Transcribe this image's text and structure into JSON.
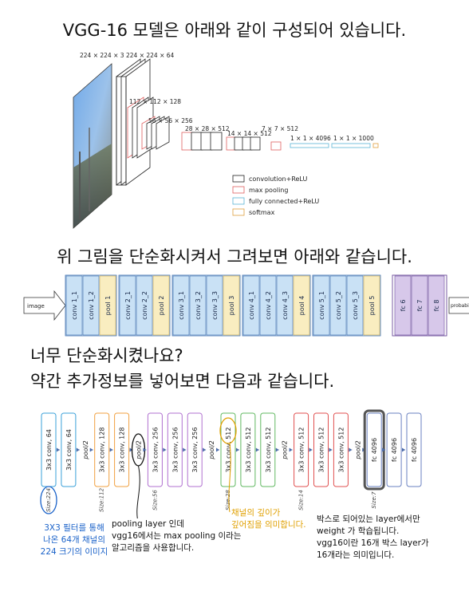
{
  "headings": {
    "h1": "VGG-16 모델은 아래와 같이 구성되어 있습니다.",
    "h2": "위 그림을 단순화시켜서 그려보면 아래와 같습니다.",
    "h3": "너무 단순화시켰나요?",
    "h4": "약간 추가정보를 넣어보면 다음과 같습니다."
  },
  "fig1": {
    "dims": [
      "224 × 224 × 3",
      "224 × 224 × 64",
      "112 × 112 × 128",
      "56 × 56 × 256",
      "28 × 28 × 512",
      "14 × 14 × 512",
      "7 × 7 × 512",
      "1 × 1 × 4096",
      "1 × 1 × 1000"
    ],
    "legend": [
      "convolution+ReLU",
      "max pooling",
      "fully connected+ReLU",
      "softmax"
    ],
    "colors": {
      "conv": "#222222",
      "pool": "#e06060",
      "fc": "#5ab4d6",
      "softmax": "#e0a040"
    }
  },
  "fig2": {
    "input": "image",
    "output": "probabilities",
    "groups": [
      {
        "convs": [
          "conv 1_1",
          "conv 1_2"
        ],
        "pool": "pool 1"
      },
      {
        "convs": [
          "conv 2_1",
          "conv 2_2"
        ],
        "pool": "pool 2"
      },
      {
        "convs": [
          "conv 3_1",
          "conv 3_2",
          "conv 3_3"
        ],
        "pool": "pool 3"
      },
      {
        "convs": [
          "conv 4_1",
          "conv 4_2",
          "conv 4_3"
        ],
        "pool": "pool 4"
      },
      {
        "convs": [
          "conv 5_1",
          "conv 5_2",
          "conv 5_3"
        ],
        "pool": "pool 5"
      }
    ],
    "fc": [
      "fc 6",
      "fc 7",
      "fc 8"
    ],
    "colors": {
      "conv": "#c9e1f5",
      "conv_stroke": "#3b6fb0",
      "pool": "#f9edc0",
      "pool_stroke": "#c8a850",
      "fc": "#d7c8ea",
      "fc_stroke": "#6a4a9a"
    }
  },
  "fig3": {
    "layers": [
      {
        "label": "3x3 conv, 64",
        "color": "#3aa0d8",
        "size": "Size:224"
      },
      {
        "label": "3x3 conv, 64",
        "color": "#3aa0d8"
      },
      {
        "label": "pool/2",
        "pool": true
      },
      {
        "label": "3x3 conv, 128",
        "color": "#f0a040",
        "size": "Size:112"
      },
      {
        "label": "3x3 conv, 128",
        "color": "#f0a040"
      },
      {
        "label": "pool/2",
        "pool": true
      },
      {
        "label": "3x3 conv, 256",
        "color": "#b070d0",
        "size": "Size:56"
      },
      {
        "label": "3x3 conv, 256",
        "color": "#b070d0"
      },
      {
        "label": "3x3 conv, 256",
        "color": "#b070d0"
      },
      {
        "label": "pool/2",
        "pool": true
      },
      {
        "label": "3x3 conv, 512",
        "color": "#60b860",
        "size": "Size:28"
      },
      {
        "label": "3x3 conv, 512",
        "color": "#60b860"
      },
      {
        "label": "3x3 conv, 512",
        "color": "#60b860"
      },
      {
        "label": "pool/2",
        "pool": true
      },
      {
        "label": "3x3 conv, 512",
        "color": "#e05050",
        "size": "Size:14"
      },
      {
        "label": "3x3 conv, 512",
        "color": "#e05050"
      },
      {
        "label": "3x3 conv, 512",
        "color": "#e05050"
      },
      {
        "label": "pool/2",
        "pool": true
      },
      {
        "label": "fc 4096",
        "color": "#6a80c0",
        "size": "Size:7"
      },
      {
        "label": "fc 4096",
        "color": "#6a80c0"
      },
      {
        "label": "fc 4096",
        "color": "#6a80c0"
      }
    ]
  },
  "notes": {
    "note1": [
      "3X3 필터를 통해",
      "나온 64개 채널의",
      "224 크기의 이미지"
    ],
    "note2": [
      "pooling layer 인데",
      "vgg16에서는 max pooling 이라는",
      "알고리즘을 사용합니다."
    ],
    "note3": [
      "채널의 깊이가",
      "깊어짐을 의미합니다."
    ],
    "note4": [
      "박스로 되어있는 layer에서만",
      "weight 가 학습됩니다.",
      "vgg16이란 16개 박스 layer가",
      "16개라는 의미입니다."
    ]
  }
}
